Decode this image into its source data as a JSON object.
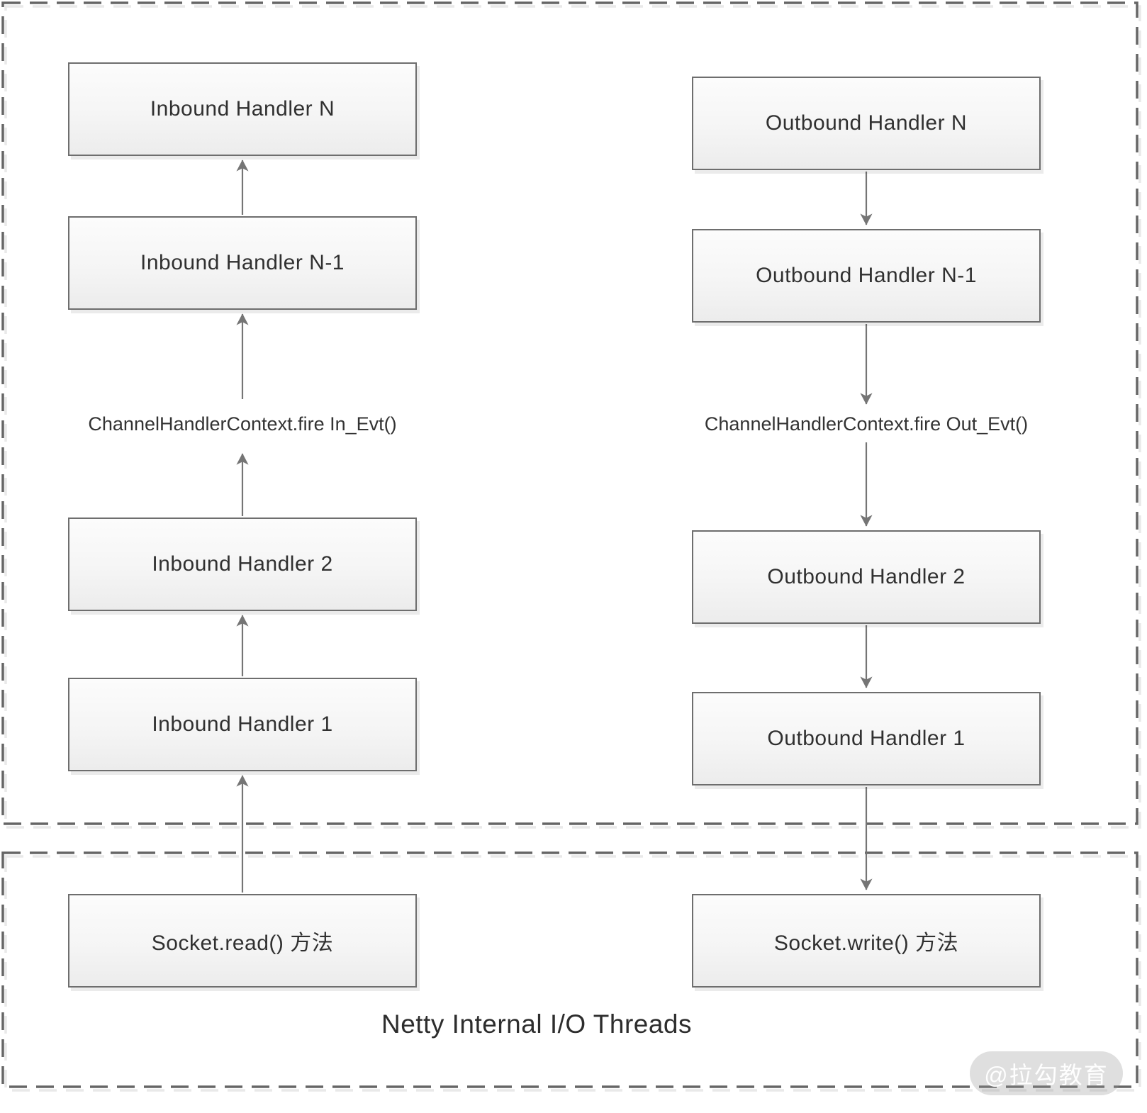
{
  "title": "Netty Internal I/O Threads",
  "watermark": "@拉勾教育",
  "inbound": {
    "handler_n": "Inbound Handler N",
    "handler_n1": "Inbound Handler N-1",
    "fire_label": "ChannelHandlerContext.fire In_Evt()",
    "handler_2": "Inbound Handler 2",
    "handler_1": "Inbound Handler 1",
    "socket": "Socket.read() 方法",
    "direction": "up"
  },
  "outbound": {
    "handler_n": "Outbound Handler N",
    "handler_n1": "Outbound Handler N-1",
    "fire_label": "ChannelHandlerContext.fire Out_Evt()",
    "handler_2": "Outbound Handler 2",
    "handler_1": "Outbound Handler 1",
    "socket": "Socket.write() 方法",
    "direction": "down"
  },
  "colors": {
    "box_border": "#6e6e6e",
    "box_fill_top": "#fcfcfc",
    "box_fill_bottom": "#ececec",
    "arrow": "#757575",
    "dashed_border": "#666666",
    "dashed_echo": "#e9e9e9",
    "label_text": "#303030",
    "watermark_pill": "#d7d7d7",
    "watermark_text": "#ffffff"
  }
}
